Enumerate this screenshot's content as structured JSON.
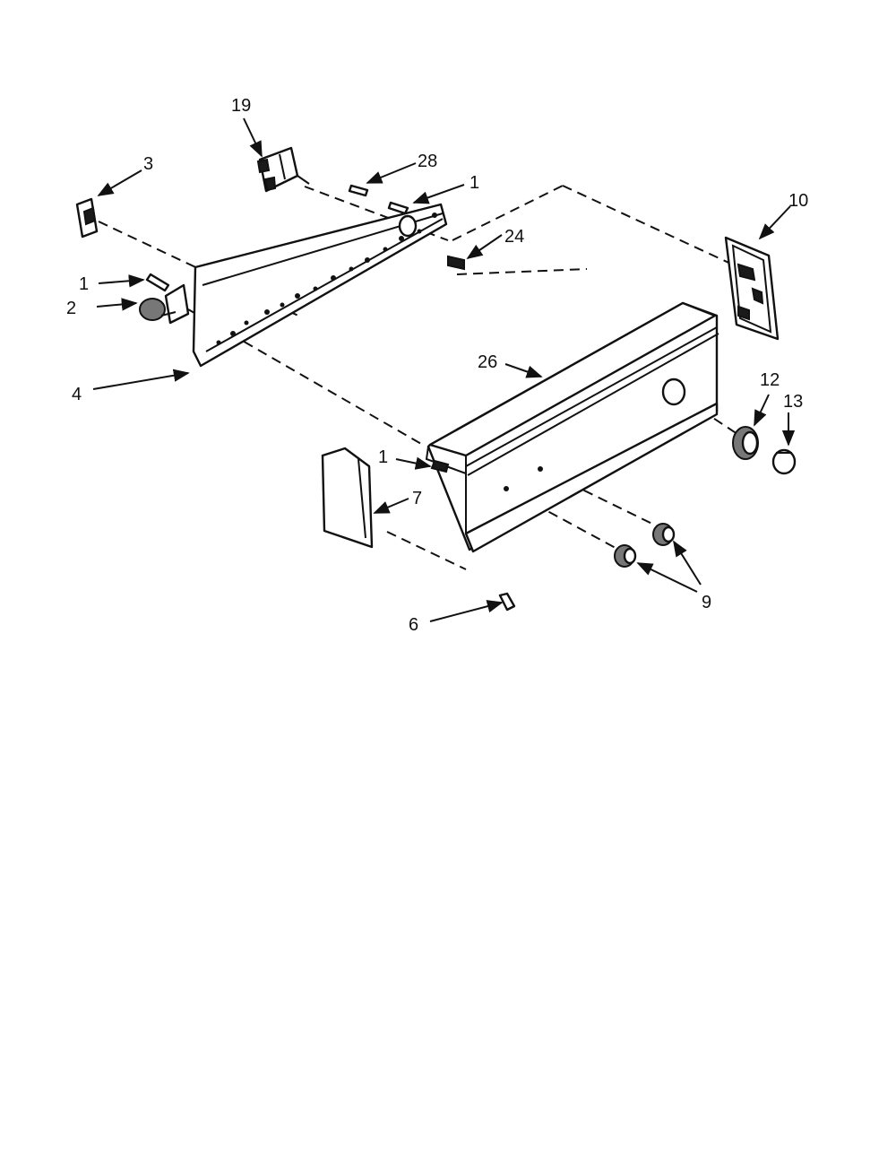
{
  "diagram": {
    "callouts": {
      "c19": "19",
      "c3": "3",
      "c28": "28",
      "c1a": "1",
      "c24": "24",
      "c10": "10",
      "c1b": "1",
      "c2": "2",
      "c26": "26",
      "c4": "4",
      "c12": "12",
      "c13": "13",
      "c1c": "1",
      "c7": "7",
      "c9": "9",
      "c6": "6"
    }
  }
}
